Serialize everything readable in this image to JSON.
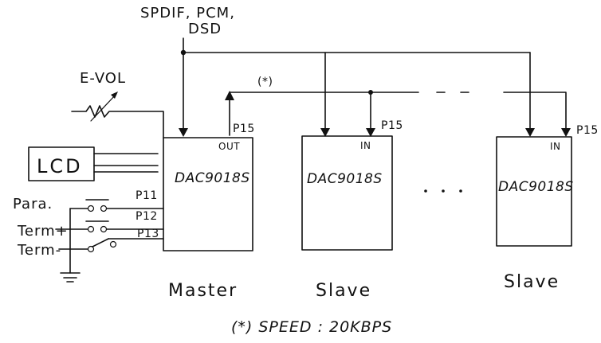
{
  "input": {
    "label_line1": "SPDIF, PCM,",
    "label_line2": "DSD"
  },
  "sync_bus": {
    "label": "(*)"
  },
  "evol": {
    "label": "E-VOL"
  },
  "lcd": {
    "label": "LCD"
  },
  "switches": [
    {
      "label": "Para.",
      "pin": "P11"
    },
    {
      "label": "Term+",
      "pin": "P12"
    },
    {
      "label": "Term-",
      "pin": "P13"
    }
  ],
  "dacs": [
    {
      "chip": "DAC9018S",
      "port": "OUT",
      "pin": "P15",
      "role": "Master"
    },
    {
      "chip": "DAC9018S",
      "port": "IN",
      "pin": "P15",
      "role": "Slave"
    },
    {
      "chip": "DAC9018S",
      "port": "IN",
      "pin": "P15",
      "role": "Slave"
    }
  ],
  "footnote": "(*) SPEED : 20KBPS",
  "colors": {
    "ink": "#111111",
    "background": "#ffffff"
  }
}
